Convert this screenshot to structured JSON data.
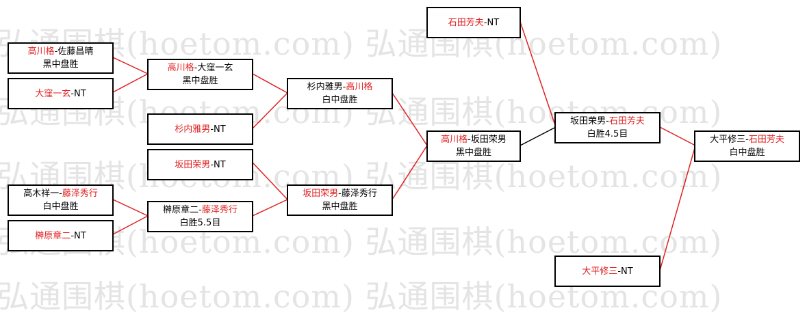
{
  "watermark": "弘通围棋(hoetom.com) 弘通围棋(hoetom.com)",
  "colors": {
    "winner": "#e02020",
    "line_win": "#e02020",
    "line_loss": "#000000",
    "border": "#000000"
  },
  "matches": {
    "m1": {
      "p1": "高川格",
      "sep": "-",
      "p2": "佐藤昌晴",
      "result": "黑中盘胜"
    },
    "m2": {
      "p1": "大窪一玄",
      "sep": "-",
      "p2": "NT",
      "result": ""
    },
    "m3": {
      "p1": "高川格",
      "sep": "-",
      "p2": "大窪一玄",
      "result": "黑中盘胜"
    },
    "m4": {
      "p1": "杉内雅男",
      "sep": "-",
      "p2": "NT",
      "result": ""
    },
    "m5": {
      "p1": "杉内雅男",
      "sep": "-",
      "p2": "高川格",
      "result": "白中盘胜"
    },
    "m6": {
      "p1": "坂田荣男",
      "sep": "-",
      "p2": "NT",
      "result": ""
    },
    "m7": {
      "p1": "高木祥一",
      "sep": "-",
      "p2": "藤泽秀行",
      "result": "白中盘胜"
    },
    "m8": {
      "p1": "榊原章二",
      "sep": "-",
      "p2": "NT",
      "result": ""
    },
    "m9": {
      "p1": "榊原章二",
      "sep": "-",
      "p2": "藤泽秀行",
      "result": "白胜5.5目"
    },
    "m10": {
      "p1": "坂田荣男",
      "sep": "-",
      "p2": "藤泽秀行",
      "result": "黑中盘胜"
    },
    "m11": {
      "p1": "高川格",
      "sep": "-",
      "p2": "坂田荣男",
      "result": "黑中盘胜"
    },
    "m12": {
      "p1": "石田芳夫",
      "sep": "-",
      "p2": "NT",
      "result": ""
    },
    "m13": {
      "p1": "坂田荣男",
      "sep": "-",
      "p2": "石田芳夫",
      "result": "白胜4.5目"
    },
    "m14": {
      "p1": "大平修三",
      "sep": "-",
      "p2": "NT",
      "result": ""
    },
    "m15": {
      "p1": "大平修三",
      "sep": "-",
      "p2": "石田芳夫",
      "result": "白中盘胜"
    }
  }
}
